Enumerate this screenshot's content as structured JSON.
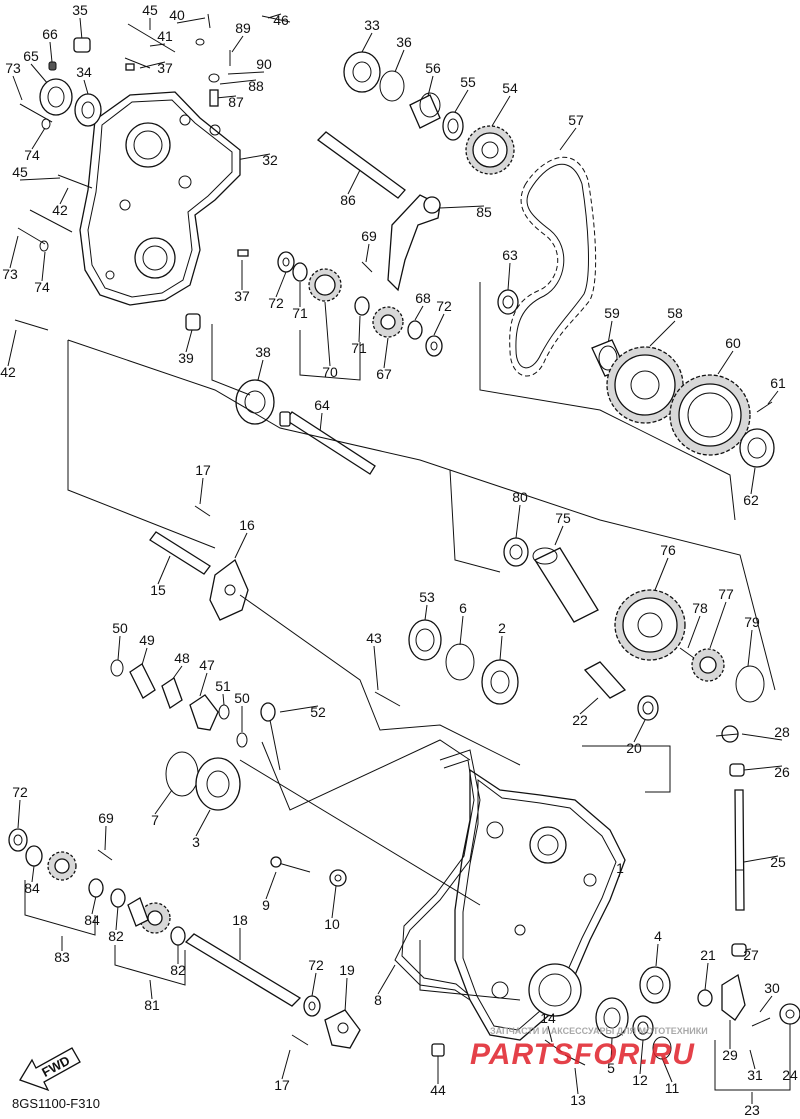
{
  "diagram": {
    "code": "8GS1100-F310",
    "fwd_label": "FWD",
    "watermark_text": "ЗАПЧАСТИ И АКСЕССУАРЫ ДЛЯ МОТОТЕХНИКИ",
    "watermark_logo": "PARTSFOR.RU",
    "accent_color": "#e0202a",
    "part_labels": [
      "35",
      "45",
      "40",
      "89",
      "46",
      "33",
      "36",
      "56",
      "55",
      "54",
      "57",
      "66",
      "65",
      "34",
      "41",
      "37",
      "90",
      "88",
      "87",
      "73",
      "74",
      "32",
      "86",
      "85",
      "45",
      "42",
      "69",
      "63",
      "73",
      "74",
      "37",
      "72",
      "71",
      "68",
      "72",
      "59",
      "58",
      "60",
      "61",
      "42",
      "39",
      "70",
      "71",
      "67",
      "38",
      "64",
      "62",
      "17",
      "16",
      "80",
      "75",
      "76",
      "15",
      "53",
      "6",
      "2",
      "77",
      "50",
      "49",
      "48",
      "47",
      "51",
      "43",
      "78",
      "79",
      "50",
      "52",
      "22",
      "20",
      "28",
      "26",
      "72",
      "7",
      "3",
      "69",
      "1",
      "25",
      "9",
      "10",
      "84",
      "84",
      "82",
      "83",
      "82",
      "81",
      "18",
      "72",
      "19",
      "8",
      "4",
      "21",
      "27",
      "30",
      "14",
      "5",
      "12",
      "11",
      "29",
      "24",
      "17",
      "44",
      "13",
      "31",
      "23"
    ]
  }
}
